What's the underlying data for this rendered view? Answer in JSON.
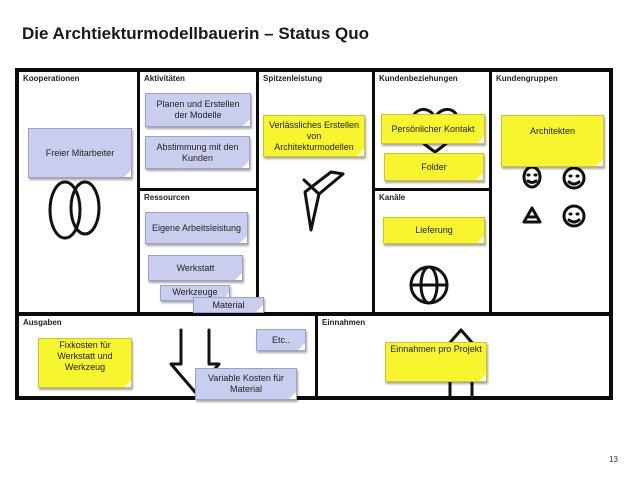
{
  "title": "Die Archtiekturmodellbauerin – Status Quo",
  "page_number": "13",
  "blocks": {
    "kooperationen": "Kooperationen",
    "aktivitaeten": "Aktivitäten",
    "ressourcen": "Ressourcen",
    "spitzenleistung": "Spitzenleistung",
    "kundenbeziehungen": "Kundenbeziehungen",
    "kanaele": "Kanäle",
    "kundengruppen": "Kundengruppen",
    "ausgaben": "Ausgaben",
    "einnahmen": "Einnahmen"
  },
  "notes": {
    "freier_mitarbeiter": "Freier Mitarbeiter",
    "planen": "Planen und Erstellen der Modelle",
    "abstimmung": "Abstimmung mit den Kunden",
    "eigene_arbeitsleistung": "Eigene Arbeitsleistung",
    "werkstatt": "Werkstatt",
    "werkzeuge": "Werkzeuge",
    "material": "Material",
    "verlaessliches": "Verlässliches Erstellen von Architekturmodellen",
    "persoenlicher_kontakt": "Persönlicher Kontakt",
    "folder": "Folder",
    "lieferung": "Lieferung",
    "architekten": "Architekten",
    "fixkosten": "Fixkosten für Werkstatt und Werkzeug",
    "etc": "Etc..",
    "variable_kosten": "Variable Kosten für Material",
    "einnahmen_pro_projekt": "Einnahmen pro Projekt"
  },
  "colors": {
    "note_blue": "#c9ceee",
    "note_yellow": "#f6f52e",
    "frame": "#0b0b0b"
  }
}
